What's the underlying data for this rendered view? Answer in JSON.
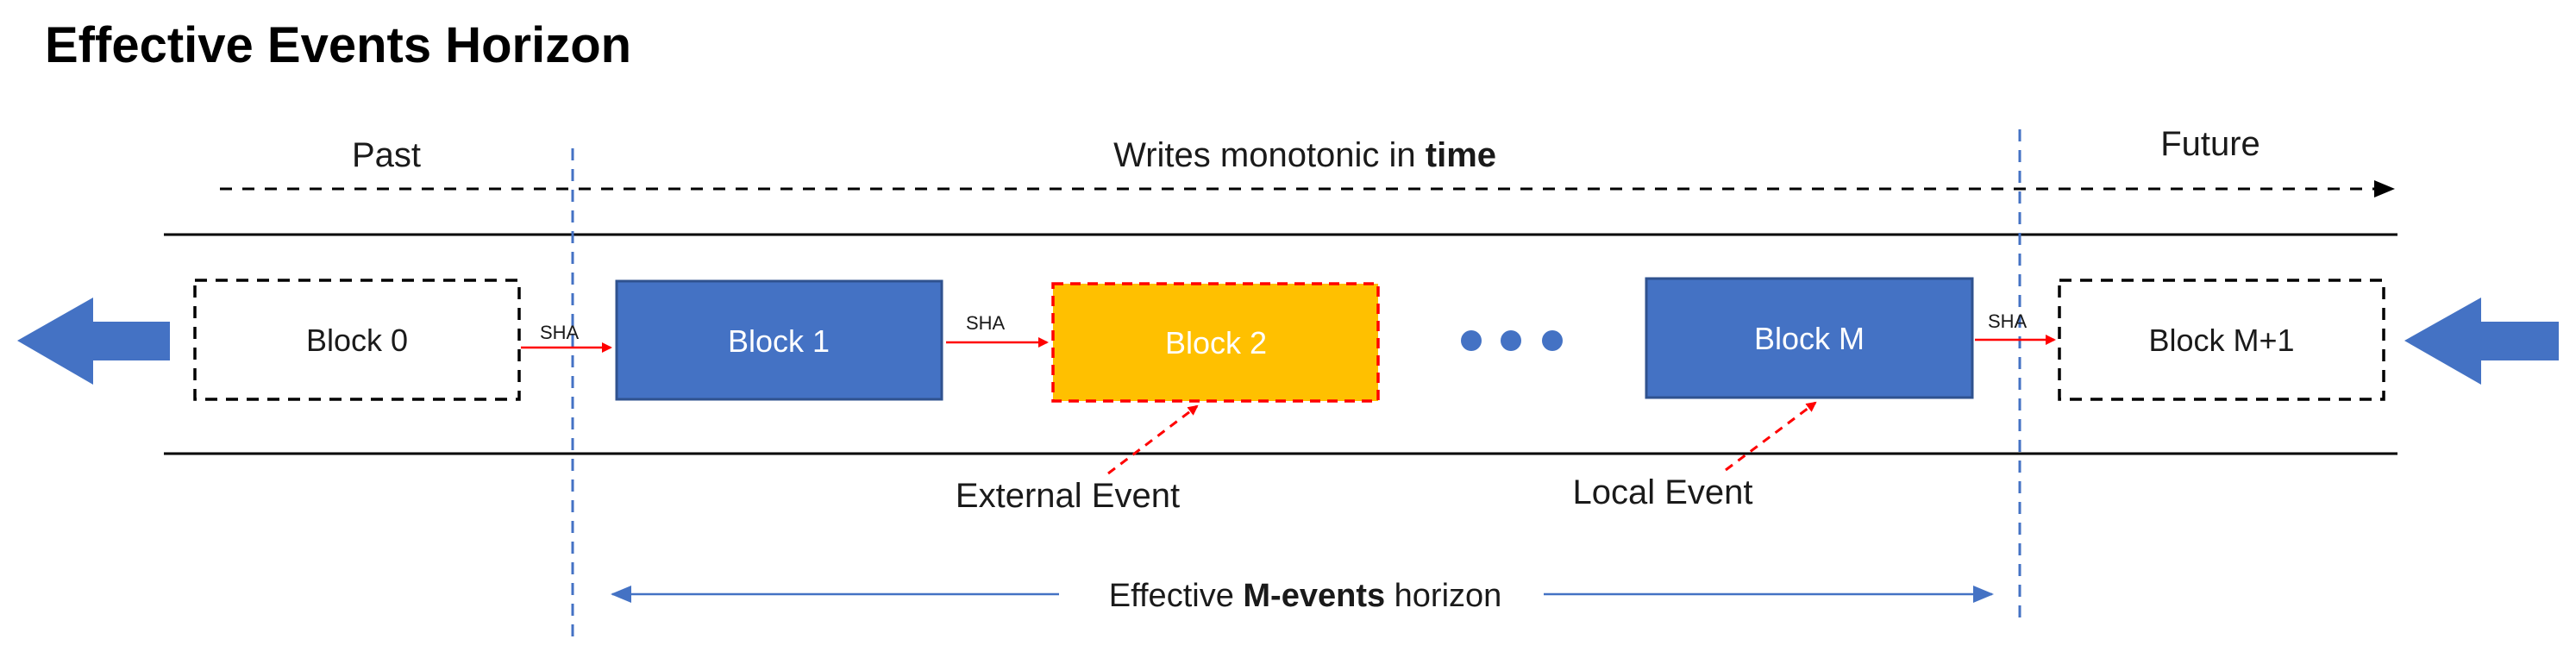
{
  "title": "Effective Events Horizon",
  "labels": {
    "past": "Past",
    "future": "Future",
    "writes_prefix": "Writes monotonic in ",
    "writes_bold": "time",
    "external_event": "External Event",
    "local_event": "Local Event",
    "horizon_prefix": "Effective ",
    "horizon_bold": "M-events",
    "horizon_suffix": " horizon",
    "sha": "SHA"
  },
  "blocks": [
    {
      "id": "block-0",
      "label": "Block 0",
      "style": "dashed"
    },
    {
      "id": "block-1",
      "label": "Block 1",
      "style": "filled-blue"
    },
    {
      "id": "block-2",
      "label": "Block 2",
      "style": "filled-highlight"
    },
    {
      "id": "block-m",
      "label": "Block M",
      "style": "filled-blue"
    },
    {
      "id": "block-m1",
      "label": "Block M+1",
      "style": "dashed"
    }
  ],
  "colors": {
    "block_fill": "#4472C4",
    "block_border": "#2F528F",
    "highlight_fill": "#FFC000",
    "highlight_border": "#FF0000",
    "sha_arrow": "#FF0000",
    "event_arrow": "#FF0000",
    "boundary_line": "#4472C4",
    "big_arrow": "#4472C4",
    "text": "#1a1a1a"
  },
  "icons": [
    "ellipsis-dots-icon",
    "left-arrow-icon"
  ]
}
